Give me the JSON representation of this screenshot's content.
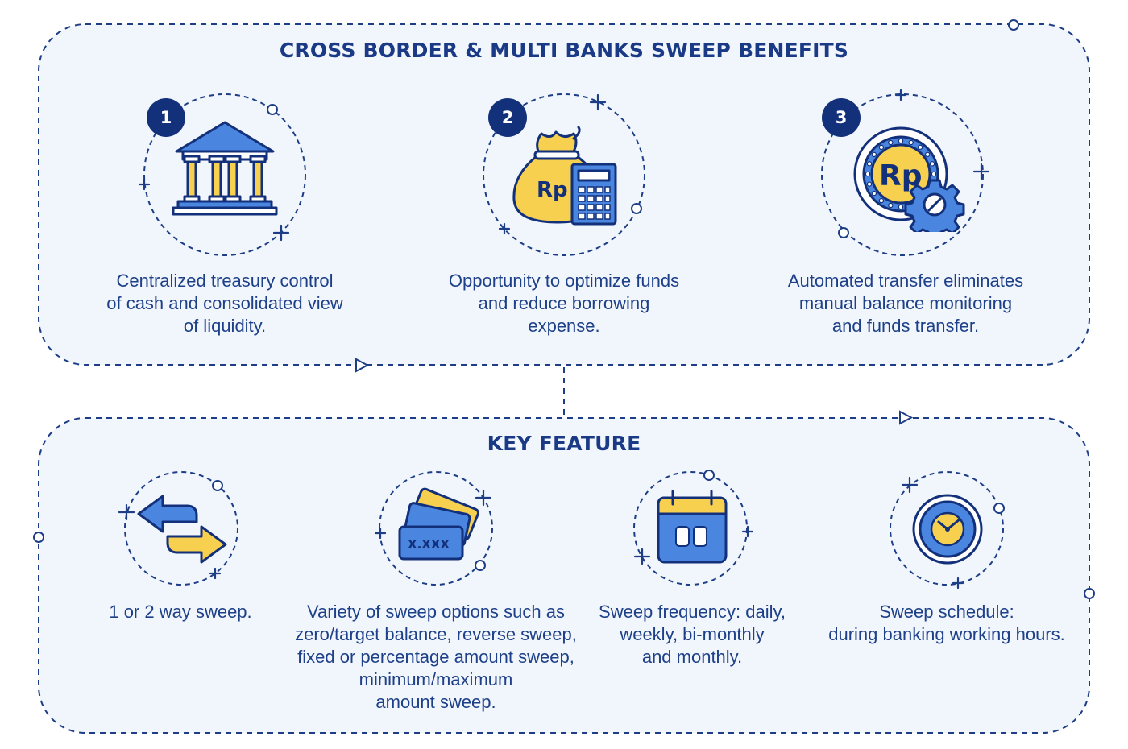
{
  "benefits": {
    "title": "CROSS BORDER & MULTI BANKS SWEEP BENEFITS",
    "items": [
      {
        "number": "1",
        "icon": "bank-building-icon",
        "lines": [
          "Centralized treasury control",
          "of cash and consolidated view",
          "of liquidity."
        ]
      },
      {
        "number": "2",
        "icon": "money-bag-calculator-icon",
        "icon_text": "Rp",
        "lines": [
          "Opportunity to optimize funds",
          "and reduce borrowing",
          "expense."
        ]
      },
      {
        "number": "3",
        "icon": "rupiah-coin-gear-icon",
        "icon_text": "Rp",
        "lines": [
          "Automated transfer eliminates",
          "manual balance monitoring",
          "and funds transfer."
        ]
      }
    ]
  },
  "features": {
    "title": "KEY FEATURE",
    "items": [
      {
        "icon": "two-way-arrows-icon",
        "lines": [
          "1 or 2 way sweep."
        ]
      },
      {
        "icon": "stacked-cards-icon",
        "icon_text": "X.XXX",
        "lines": [
          "Variety of sweep options such as",
          "zero/target balance, reverse sweep,",
          "fixed or percentage amount sweep,",
          "minimum/maximum",
          "amount sweep."
        ]
      },
      {
        "icon": "calendar-icon",
        "lines": [
          "Sweep frequency: daily,",
          "weekly, bi-monthly",
          "and monthly."
        ]
      },
      {
        "icon": "clock-icon",
        "lines": [
          "Sweep schedule:",
          "during banking working hours."
        ]
      }
    ]
  },
  "colors": {
    "navy": "#13307a",
    "blue": "#4a86e0",
    "yellow": "#f7d04f",
    "panel": "#f1f5fc",
    "dash": "#1d3e86"
  }
}
